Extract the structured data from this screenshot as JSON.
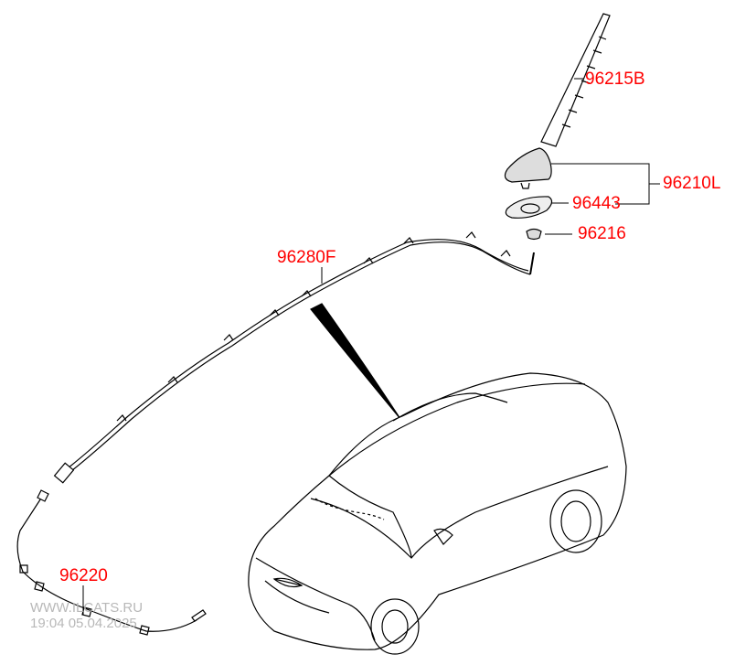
{
  "parts": [
    {
      "id": "96215B",
      "name": "antenna-mast"
    },
    {
      "id": "96210L",
      "name": "antenna-assembly"
    },
    {
      "id": "96443",
      "name": "antenna-pad"
    },
    {
      "id": "96216",
      "name": "antenna-nut"
    },
    {
      "id": "96280F",
      "name": "antenna-feeder-cable"
    },
    {
      "id": "96220",
      "name": "extension-cable"
    }
  ],
  "watermark": {
    "site": "WWW.ILCATS.RU",
    "timestamp": "19:04 05.04.2025"
  },
  "colors": {
    "label": "#ff0000",
    "line": "#000000",
    "watermark": "#b8b8b8"
  }
}
